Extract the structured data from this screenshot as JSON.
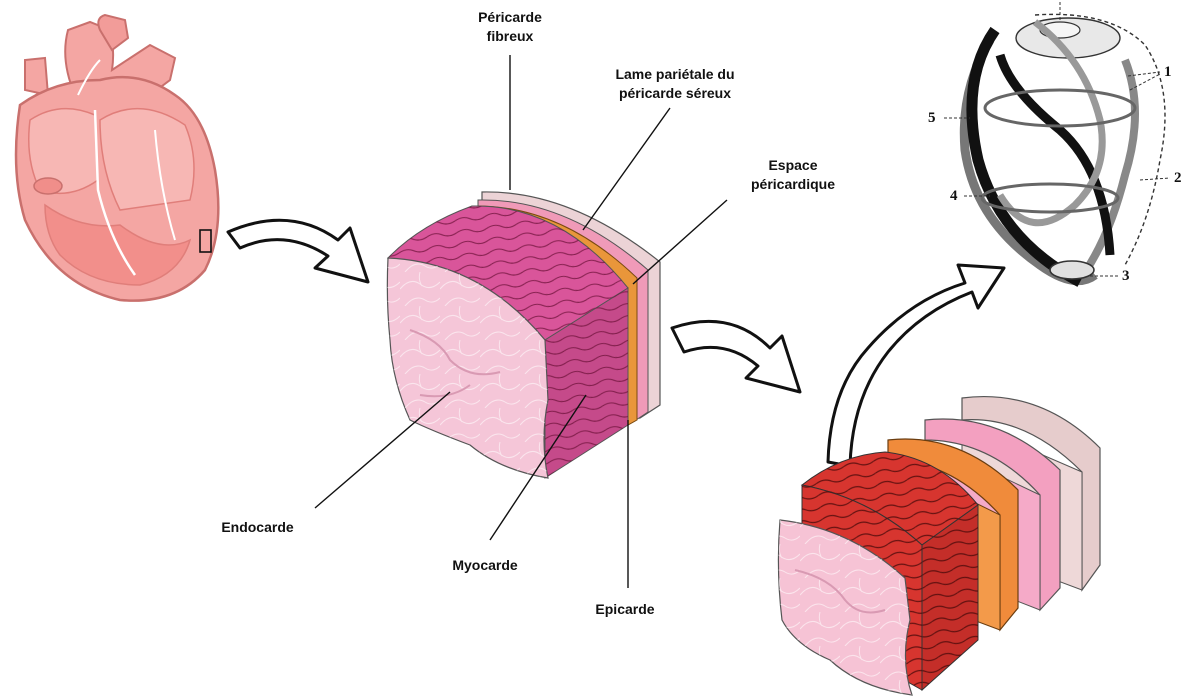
{
  "labels": {
    "pericarde_fibreux": [
      "Péricarde",
      "fibreux"
    ],
    "lame_parietale": [
      "Lame pariétale du",
      "péricarde séreux"
    ],
    "espace_pericardique": [
      "Espace",
      "péricardique"
    ],
    "endocarde": "Endocarde",
    "myocarde": "Myocarde",
    "epicarde": "Epicarde"
  },
  "fiber_numbers": [
    "1",
    "2",
    "3",
    "4",
    "5"
  ],
  "colors": {
    "heart_fill": "#f4a6a3",
    "heart_outline": "#c9706d",
    "endocardium": "#f5c6d8",
    "myocardium": "#d9559a",
    "myocardium_dark": "#b83f7f",
    "epicardium": "#e9963a",
    "serous_layer": "#f09ab8",
    "fibrous_layer": "#ecd3d6",
    "exploded_myocardium": "#d7352f",
    "exploded_endocardium": "#f6c3d5",
    "exploded_epicardium": "#f08b3b",
    "exploded_serous": "#f3a0c0",
    "exploded_fibrous": "#e6cccc"
  },
  "icons": [
    "heart-illustration",
    "curved-arrow",
    "muscle-fiber-diagram"
  ]
}
